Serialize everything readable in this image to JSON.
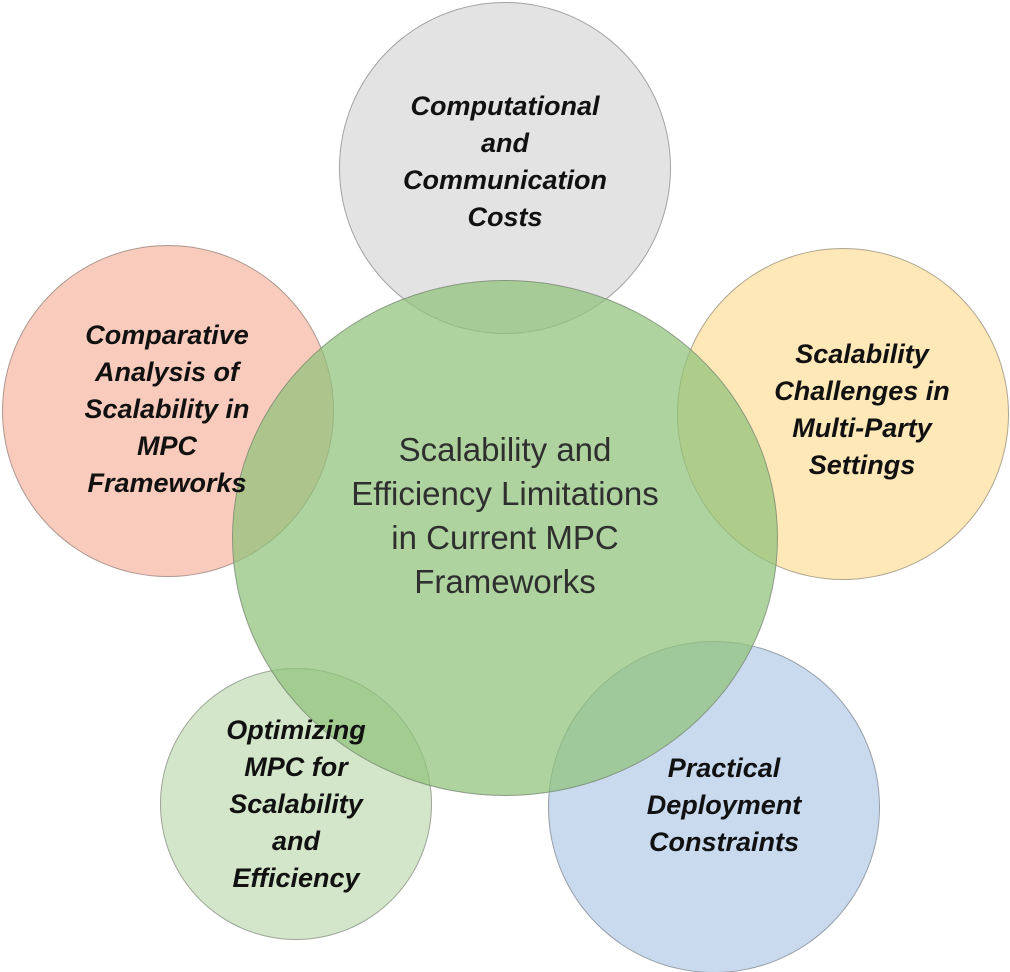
{
  "center": {
    "text": "Scalability and\nEfficiency Limitations\nin Current MPC\nFrameworks",
    "color": "#8fc27a"
  },
  "nodes": [
    {
      "id": "computational-costs",
      "text": "Computational\nand\nCommunication\nCosts",
      "color": "#d9d9d9"
    },
    {
      "id": "scalability-challenges",
      "text": "Scalability\nChallenges in\nMulti-Party\nSettings",
      "color": "#fde0a0"
    },
    {
      "id": "deployment-constraints",
      "text": "Practical\nDeployment\nConstraints",
      "color": "#b7cdea"
    },
    {
      "id": "optimizing-mpc",
      "text": "Optimizing\nMPC for\nScalability\nand\nEfficiency",
      "color": "#c5ddb8"
    },
    {
      "id": "comparative-analysis",
      "text": "Comparative\nAnalysis of\nScalability in\nMPC\nFrameworks",
      "color": "#f7b9a6"
    }
  ]
}
